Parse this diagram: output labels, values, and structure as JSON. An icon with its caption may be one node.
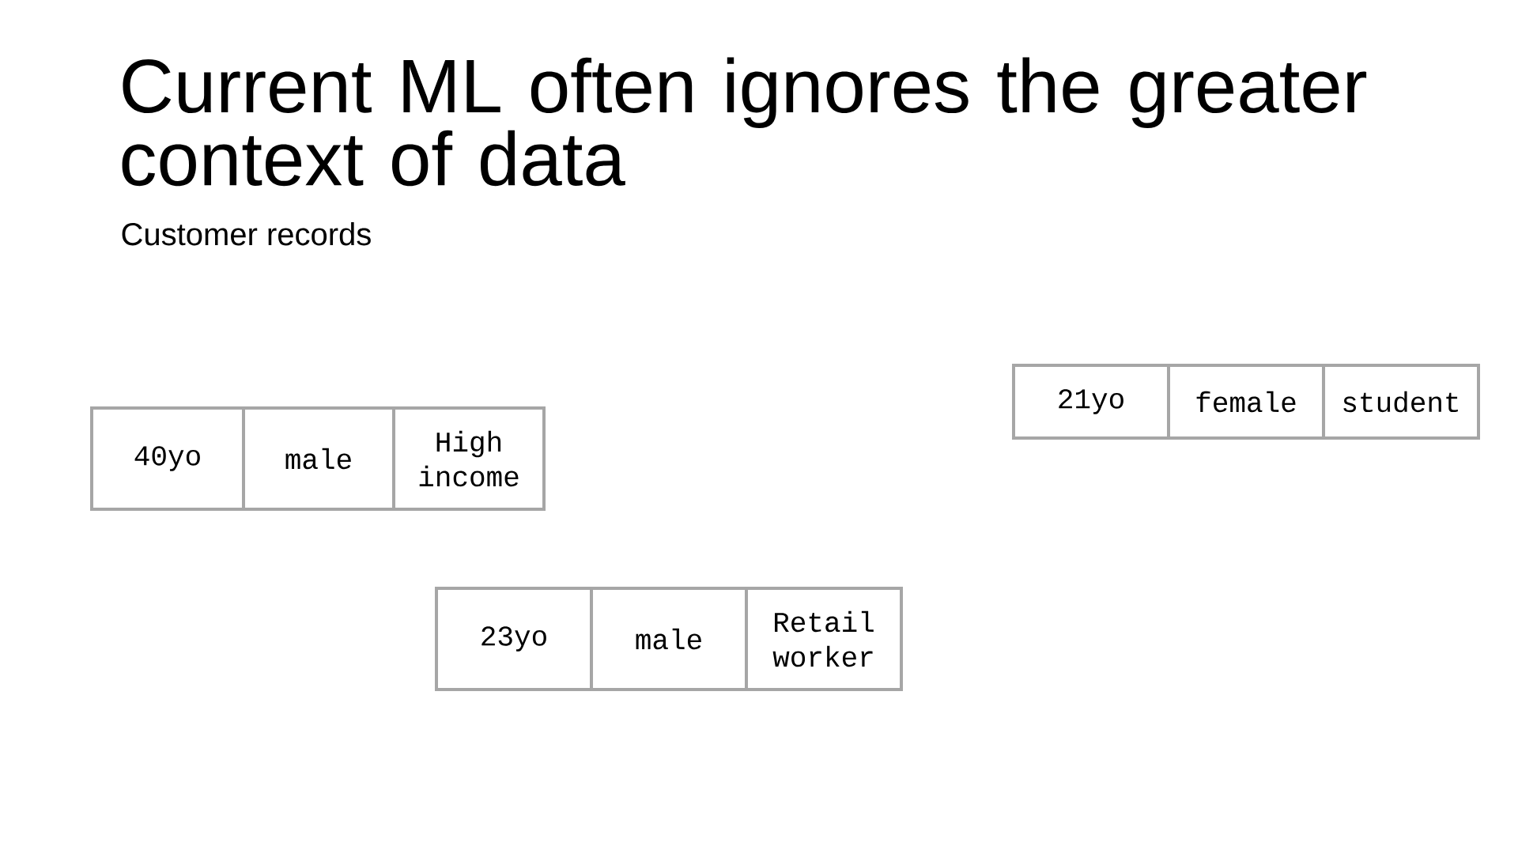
{
  "diagram": {
    "title": "Current ML often ignores the greater context of data",
    "nodes": [
      {
        "text": [
          "21yo"
        ]
      },
      {
        "text": [
          "female"
        ]
      },
      {
        "text": [
          "student"
        ]
      },
      {
        "text": [
          "40yo"
        ]
      },
      {
        "text": [
          "male"
        ]
      },
      {
        "text": [
          "High income"
        ]
      },
      {
        "text": [
          "23yo"
        ]
      },
      {
        "text": [
          "male"
        ]
      },
      {
        "text": [
          "Retail worker"
        ]
      }
    ],
    "labels": [
      "Customer records"
    ]
  }
}
